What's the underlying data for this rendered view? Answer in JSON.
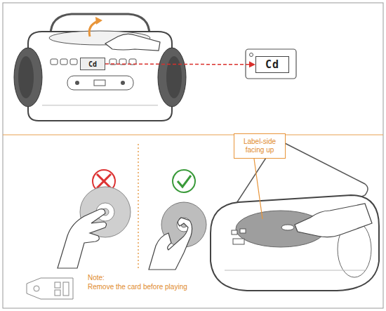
{
  "diagram": {
    "nodes": [
      {
        "text": [
          "Cd"
        ]
      },
      {
        "text": [
          "Cd"
        ]
      },
      {
        "text": [
          "Label-side facing up"
        ]
      }
    ],
    "edges": [
      {
        "from": 0,
        "to": 1,
        "arrow": "to"
      }
    ],
    "labels": [
      "Note:",
      "Remove the card before playing"
    ]
  }
}
